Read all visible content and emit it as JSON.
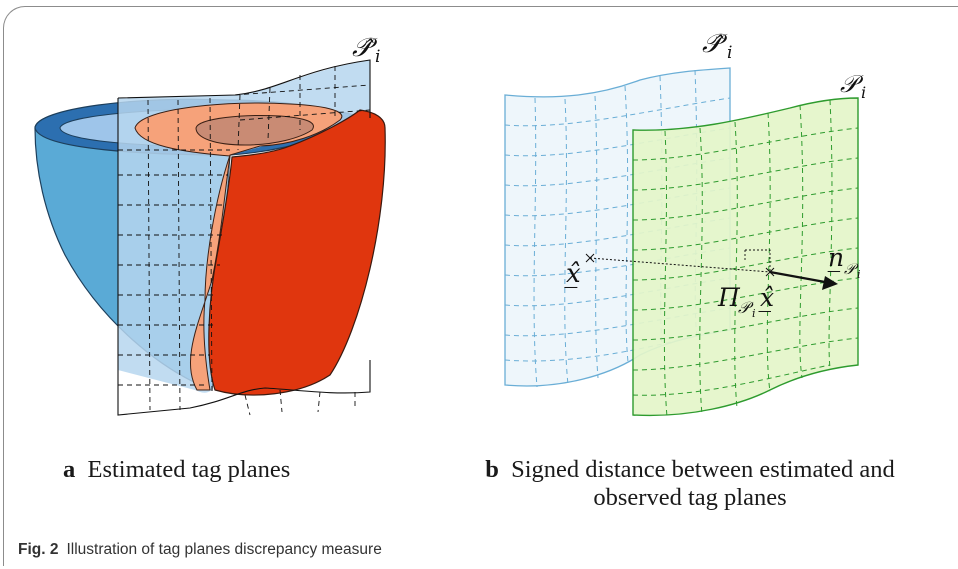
{
  "panel_a": {
    "letter": "a",
    "title": "Estimated tag planes",
    "plane_label": "𝒫̂",
    "plane_subscript": "i"
  },
  "panel_b": {
    "letter": "b",
    "title_line1": "Signed distance between estimated and",
    "title_line2": "observed tag planes",
    "estimated_plane_label": "𝒫̂",
    "observed_plane_label": "𝒫",
    "subscript": "i",
    "point_label": "x̲̂",
    "projection_label": "Π",
    "normal_label": "n̲",
    "colors": {
      "estimated_plane": "#6aaed6",
      "observed_plane": "#2e9b2e",
      "observed_fill": "#e4f5c9",
      "estimated_fill": "#eef6fb"
    }
  },
  "caption": {
    "label": "Fig. 2",
    "text": "Illustration of tag planes discrepancy measure"
  },
  "colors": {
    "heart_blue": "#5aaad6",
    "heart_red": "#e0360e",
    "heart_salmon": "#f6a27a"
  }
}
